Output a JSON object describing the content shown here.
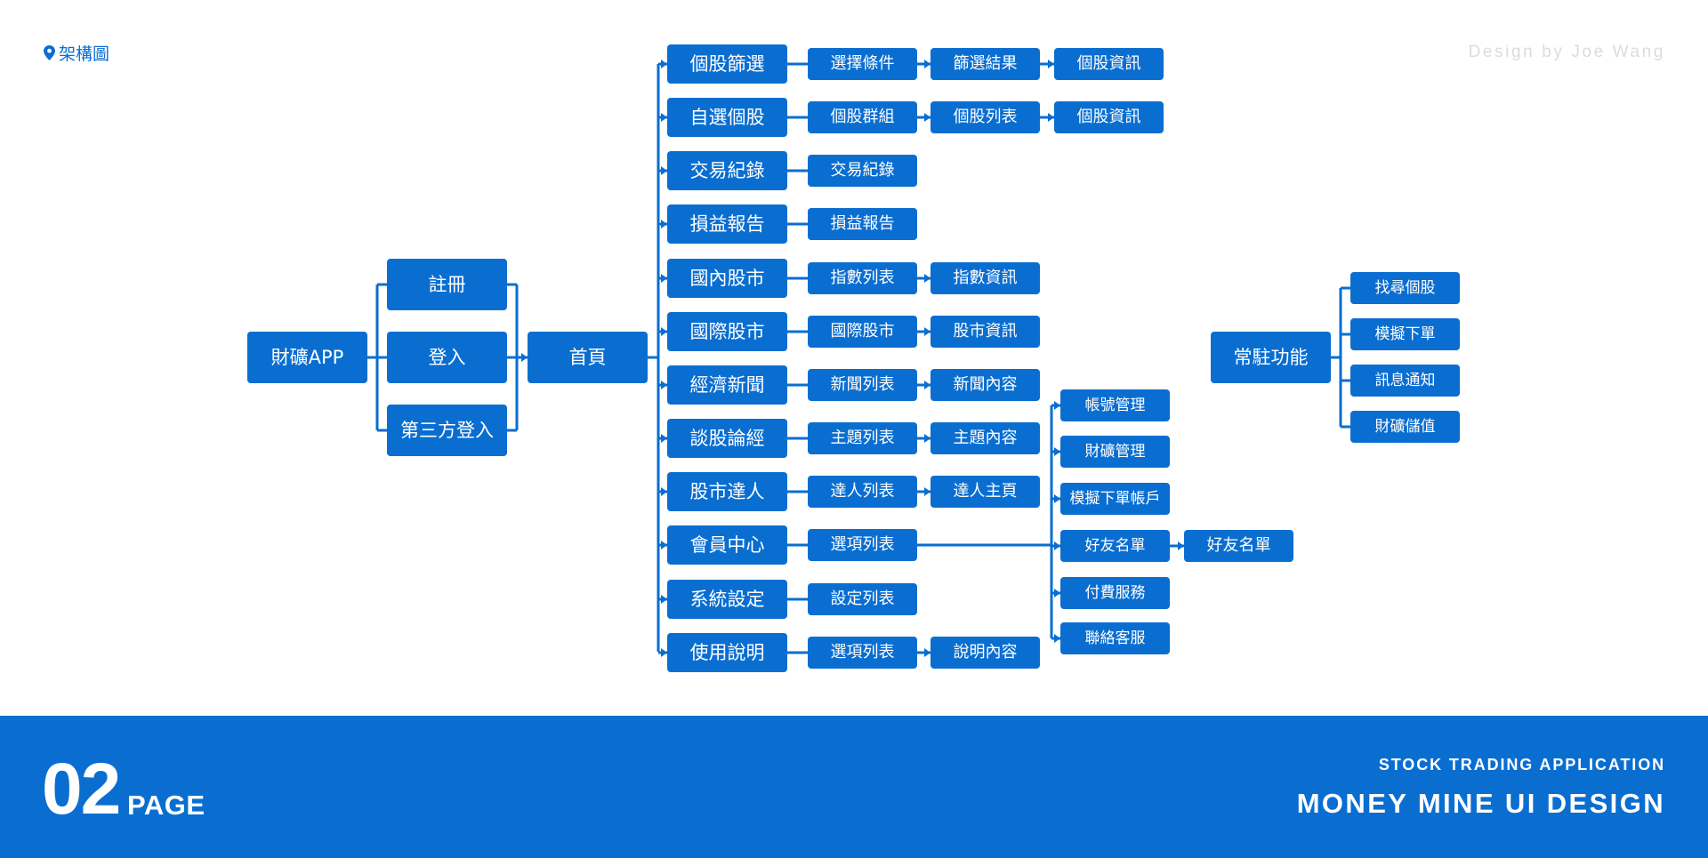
{
  "header": {
    "label": "架構圖",
    "icon": "location-pin-icon",
    "credit": "Design by Joe Wang"
  },
  "colors": {
    "accent": "#0a6ed1",
    "background": "#ffffff",
    "credit": "#dcdcdc"
  },
  "diagram": {
    "root": "財礦APP",
    "auth": [
      "註冊",
      "登入",
      "第三方登入"
    ],
    "home": "首頁",
    "sections": [
      {
        "label": "個股篩選",
        "children": [
          "選擇條件",
          "篩選結果",
          "個股資訊"
        ]
      },
      {
        "label": "自選個股",
        "children": [
          "個股群組",
          "個股列表",
          "個股資訊"
        ]
      },
      {
        "label": "交易紀錄",
        "children": [
          "交易紀錄"
        ]
      },
      {
        "label": "損益報告",
        "children": [
          "損益報告"
        ]
      },
      {
        "label": "國內股市",
        "children": [
          "指數列表",
          "指數資訊"
        ]
      },
      {
        "label": "國際股市",
        "children": [
          "國際股市",
          "股市資訊"
        ]
      },
      {
        "label": "經濟新聞",
        "children": [
          "新聞列表",
          "新聞內容"
        ]
      },
      {
        "label": "談股論經",
        "children": [
          "主題列表",
          "主題內容"
        ]
      },
      {
        "label": "股市達人",
        "children": [
          "達人列表",
          "達人主頁"
        ]
      },
      {
        "label": "會員中心",
        "children": [
          "選項列表"
        ]
      },
      {
        "label": "系統設定",
        "children": [
          "設定列表"
        ]
      },
      {
        "label": "使用說明",
        "children": [
          "選項列表",
          "說明內容"
        ]
      }
    ],
    "member_options": [
      "帳號管理",
      "財礦管理",
      "模擬下單帳戶",
      "好友名單",
      "付費服務",
      "聯絡客服"
    ],
    "friend_detail": "好友名單",
    "persistent": {
      "label": "常駐功能",
      "items": [
        "找尋個股",
        "模擬下單",
        "訊息通知",
        "財礦儲值"
      ]
    }
  },
  "footer": {
    "page_number": "02",
    "page_word": "PAGE",
    "subtitle": "STOCK TRADING APPLICATION",
    "title": "MONEY MINE UI DESIGN"
  }
}
